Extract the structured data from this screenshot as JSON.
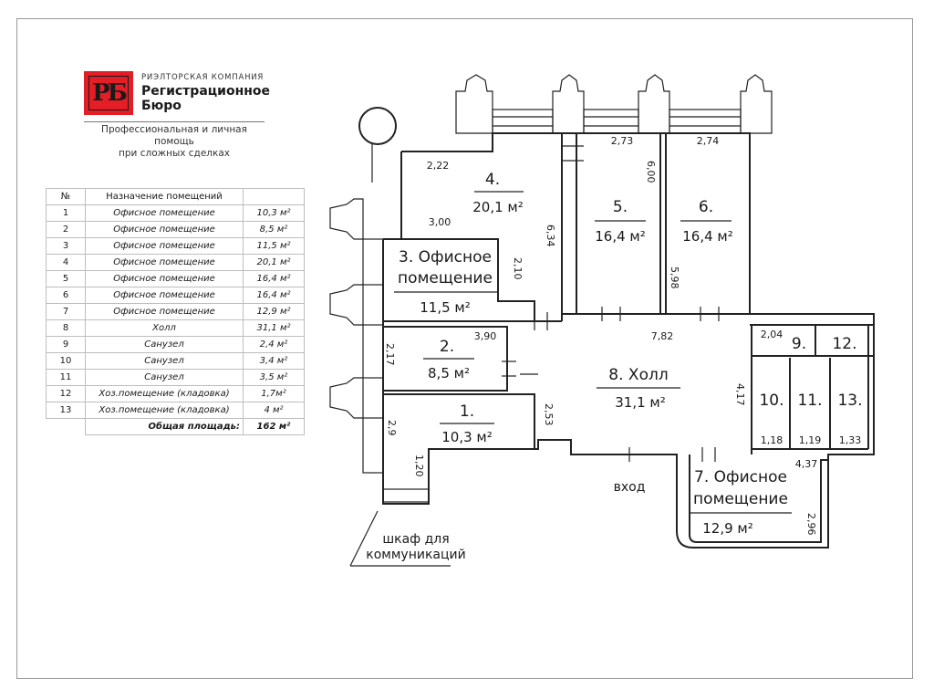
{
  "company": {
    "caption": "РИЭЛТОРСКАЯ КОМПАНИЯ",
    "name_line1": "Регистрационное",
    "name_line2": "Бюро",
    "tagline_line1": "Профессиональная и личная помощь",
    "tagline_line2": "при сложных сделках",
    "logo_colors": {
      "background": "#e41e26",
      "mark": "#1a1a1a"
    }
  },
  "table": {
    "headers": [
      "№",
      "Назначение помещений",
      ""
    ],
    "rows": [
      [
        "1",
        "Офисное помещение",
        "10,3 м²"
      ],
      [
        "2",
        "Офисное помещение",
        "8,5 м²"
      ],
      [
        "3",
        "Офисное помещение",
        "11,5 м²"
      ],
      [
        "4",
        "Офисное помещение",
        "20,1 м²"
      ],
      [
        "5",
        "Офисное помещение",
        "16,4 м²"
      ],
      [
        "6",
        "Офисное помещение",
        "16,4 м²"
      ],
      [
        "7",
        "Офисное помещение",
        "12,9 м²"
      ],
      [
        "8",
        "Холл",
        "31,1 м²"
      ],
      [
        "9",
        "Санузел",
        "2,4 м²"
      ],
      [
        "10",
        "Санузел",
        "3,4 м²"
      ],
      [
        "11",
        "Санузел",
        "3,5 м²"
      ],
      [
        "12",
        "Хоз.помещение (кладовка)",
        "1,7м²"
      ],
      [
        "13",
        "Хоз.помещение (кладовка)",
        "4 м²"
      ]
    ],
    "total_label": "Общая площадь:",
    "total_value": "162 м²"
  },
  "plan": {
    "rooms": {
      "r1": {
        "num": "1.",
        "area": "10,3 м²"
      },
      "r2": {
        "num": "2.",
        "area": "8,5 м²"
      },
      "r3": {
        "line1": "3. Офисное",
        "line2": "помещение",
        "area": "11,5 м²"
      },
      "r4": {
        "num": "4.",
        "area": "20,1 м²"
      },
      "r5": {
        "num": "5.",
        "area": "16,4 м²"
      },
      "r6": {
        "num": "6.",
        "area": "16,4 м²"
      },
      "r7": {
        "line1": "7. Офисное",
        "line2": "помещение",
        "area": "12,9 м²"
      },
      "r8": {
        "label": "8. Холл",
        "area": "31,1 м²"
      },
      "r9": {
        "num": "9."
      },
      "r10": {
        "num": "10."
      },
      "r11": {
        "num": "11."
      },
      "r12": {
        "num": "12."
      },
      "r13": {
        "num": "13."
      }
    },
    "dims": {
      "d222": "2,22",
      "d300": "3,00",
      "d634": "6,34",
      "d210": "2,10",
      "d273": "2,73",
      "d274": "2,74",
      "d600": "6,00",
      "d598": "5,98",
      "d782": "7,82",
      "d390": "3,90",
      "d217": "2,17",
      "d253": "2,53",
      "d29": "2,9",
      "d120": "1,20",
      "d204": "2,04",
      "d417": "4,17",
      "d118": "1,18",
      "d119": "1,19",
      "d133": "1,33",
      "d437": "4,37",
      "d296": "2,96"
    },
    "entrance": "вход",
    "closet_line1": "шкаф для",
    "closet_line2": "коммуникаций"
  }
}
